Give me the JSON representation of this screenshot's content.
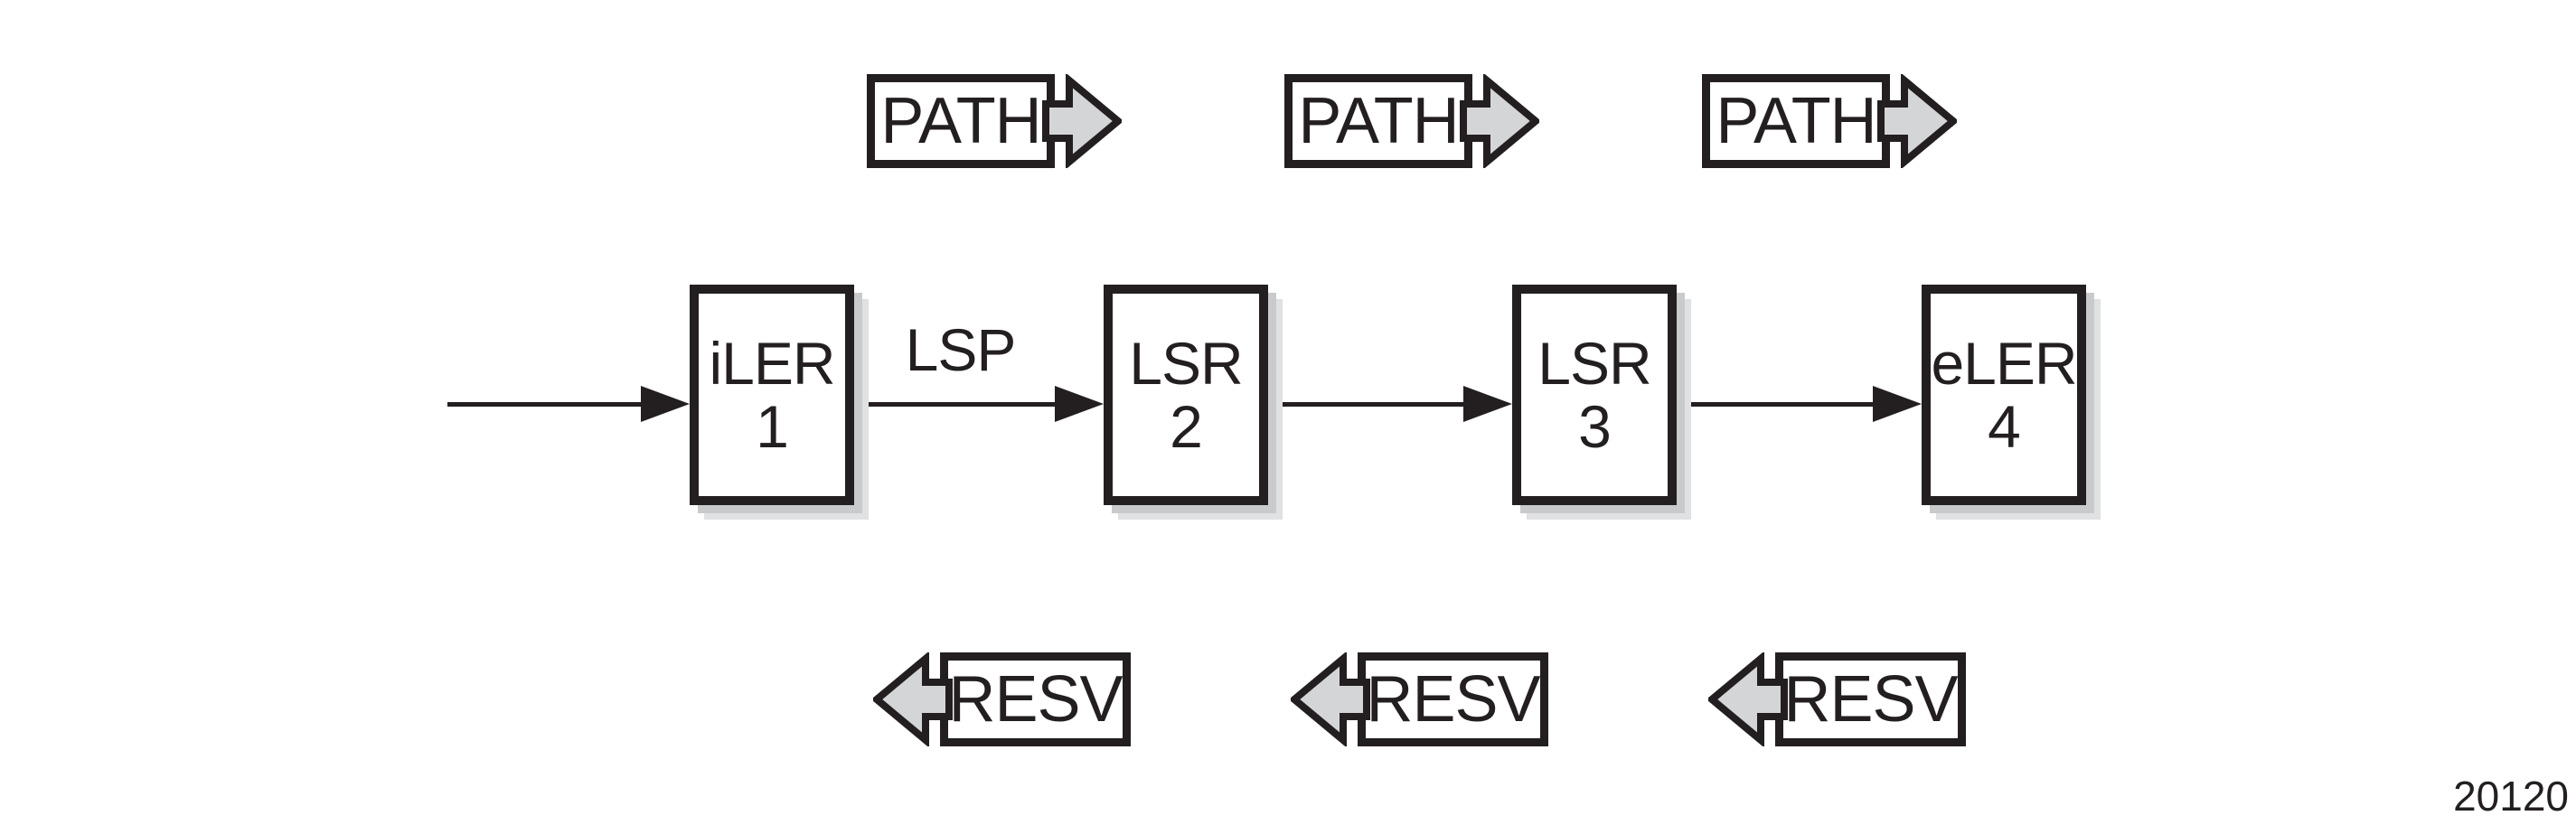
{
  "figure": {
    "colors": {
      "ink": "#231f20",
      "background": "#ffffff",
      "arrow_fill": "#d4d5d7",
      "shadow_inner": "#c8cacc",
      "shadow_outer": "#e0e1e3"
    },
    "nodes": [
      {
        "name": "iLER",
        "number": "1"
      },
      {
        "name": "LSR",
        "number": "2"
      },
      {
        "name": "LSR",
        "number": "3"
      },
      {
        "name": "eLER",
        "number": "4"
      }
    ],
    "path_messages": [
      {
        "label": "PATH"
      },
      {
        "label": "PATH"
      },
      {
        "label": "PATH"
      }
    ],
    "resv_messages": [
      {
        "label": "RESV"
      },
      {
        "label": "RESV"
      },
      {
        "label": "RESV"
      }
    ],
    "lsp_label": "LSP",
    "figure_number": "20120"
  }
}
